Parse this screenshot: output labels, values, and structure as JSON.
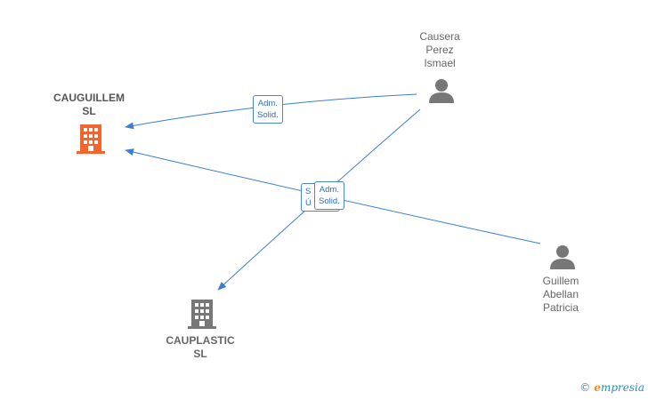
{
  "nodes": {
    "cauguillem": {
      "label_line1": "CAUGUILLEM",
      "label_line2": "SL",
      "color": "#f26430"
    },
    "cauplastic": {
      "label_line1": "CAUPLASTIC",
      "label_line2": "SL",
      "color": "#777777"
    },
    "causera": {
      "label_line1": "Causera",
      "label_line2": "Perez",
      "label_line3": "Ismael"
    },
    "guillem": {
      "label_line1": "Guillem",
      "label_line2": "Abellan",
      "label_line3": "Patricia"
    }
  },
  "relations": {
    "causera_to_cauguillem": {
      "line1": "Adm.",
      "line2": "Solid."
    },
    "causera_to_cauplastic": {
      "line1": "S",
      "line2": "Ú"
    },
    "guillem_to_cauguillem": {
      "line1": "Adm.",
      "line2": "Solid."
    }
  },
  "colors": {
    "edge": "#3a7fd0",
    "person_icon": "#777777"
  },
  "footer": {
    "copyright": "©",
    "brand_e": "e",
    "brand_rest": "mpresia"
  }
}
